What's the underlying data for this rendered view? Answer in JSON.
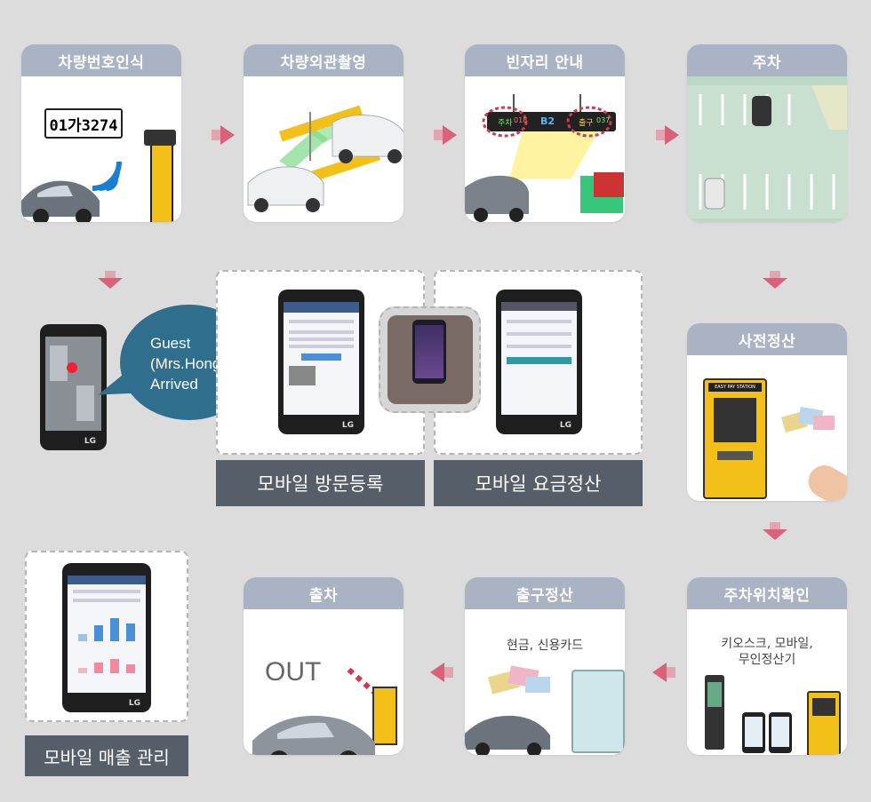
{
  "steps": {
    "plate_recognition": "차량번호인식",
    "exterior_capture": "차량외관촬영",
    "vacancy_guide": "빈자리 안내",
    "parking": "주차",
    "prepay": "사전정산",
    "location_check": "주차위치확인",
    "exit_payment": "출구정산",
    "exit": "출차"
  },
  "plate_text": "01가3274",
  "sign": {
    "left": "주차",
    "mid": "B2",
    "right": "출구",
    "num_left": "018",
    "num_right": "037"
  },
  "bubble": {
    "line1": "Guest",
    "line2": "(Mrs.Hong)",
    "line3": "Arrived"
  },
  "mobile_visit_label": "모바일 방문등록",
  "mobile_pay_label": "모바일 요금정산",
  "mobile_sales_label": "모바일 매출 관리",
  "kiosk_sign": "EASY PAY STATION",
  "location_options_line1": "키오스크, 모바일,",
  "location_options_line2": "무인정산기",
  "exit_payment_methods": "현금, 신용카드",
  "out_text": "OUT",
  "phone_brand": "LG",
  "colors": {
    "header": "#a9b3c3",
    "arrow": "#d9617a",
    "label_bar": "#555e69",
    "bubble": "#2f6e8c",
    "kiosk_yellow": "#f2c018"
  }
}
